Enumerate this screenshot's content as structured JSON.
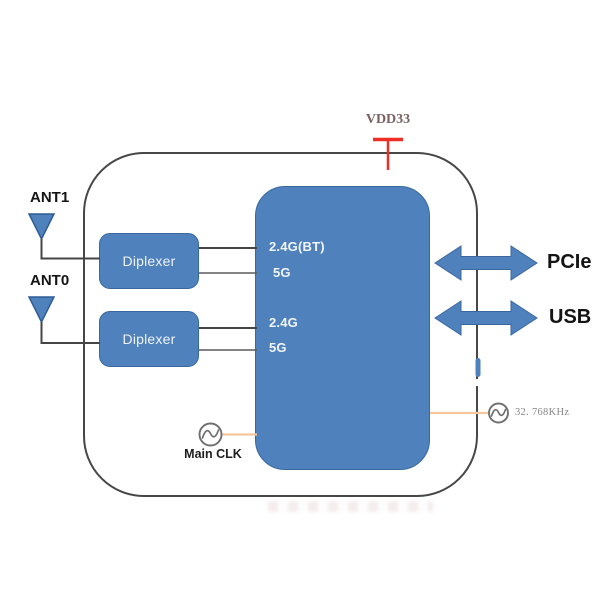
{
  "colors": {
    "block-blue": "#4f81bd",
    "block-border": "#3a679e",
    "line-dark": "#3f3f3f",
    "enclosure-gray": "#474747",
    "orange": "#f6c79b",
    "power-red": "#ee2e24",
    "vdd-text": "#7a6161",
    "muted-gray": "#868686",
    "text-black": "#141414"
  },
  "diagram": {
    "power_rail": {
      "label": "VDD33"
    },
    "antennas": [
      {
        "label": "ANT1"
      },
      {
        "label": "ANT0"
      }
    ],
    "diplexers": [
      {
        "label": "Diplexer"
      },
      {
        "label": "Diplexer"
      }
    ],
    "soc_ports": [
      {
        "label": "2.4G(BT)"
      },
      {
        "label": "5G"
      },
      {
        "label": "2.4G"
      },
      {
        "label": "5G"
      }
    ],
    "buses": [
      {
        "label": "PCIe"
      },
      {
        "label": "USB"
      }
    ],
    "main_clock": {
      "label": "Main CLK"
    },
    "rtc_clock": {
      "label": "32. 768KHz"
    }
  }
}
